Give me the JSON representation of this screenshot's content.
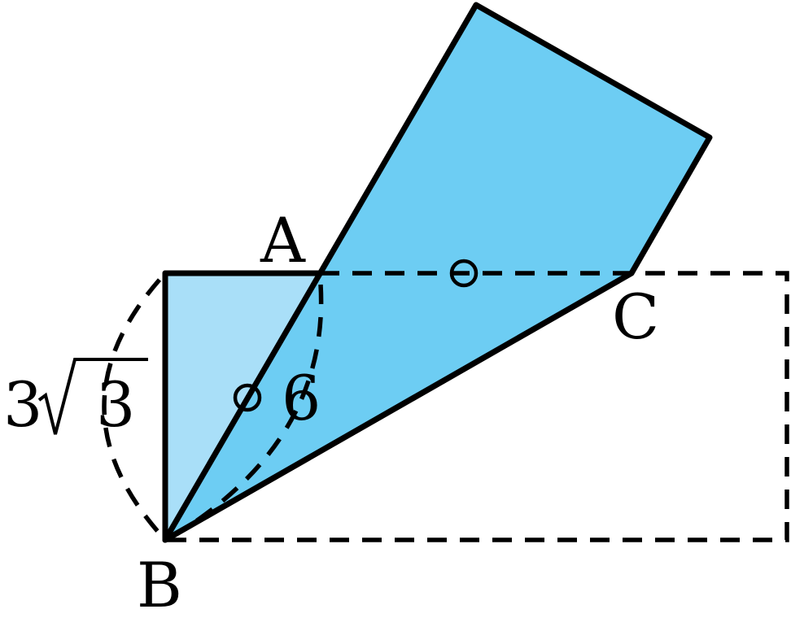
{
  "diagram": {
    "points": {
      "A": "A",
      "B": "B",
      "C": "C"
    },
    "measurements": {
      "height_coefficient": "3",
      "height_radicand": "3",
      "diagonal_length": "6"
    },
    "colors": {
      "light_fill": "#a9dff8",
      "dark_fill": "#6dcdf3",
      "stroke": "#000000",
      "background": "#ffffff"
    }
  }
}
